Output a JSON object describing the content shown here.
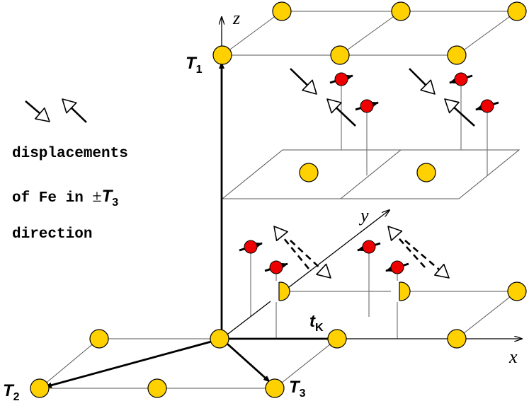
{
  "axes": {
    "x": "x",
    "y": "y",
    "z": "z"
  },
  "vectors": {
    "t1": {
      "main": "T",
      "sub": "1"
    },
    "t2": {
      "main": "T",
      "sub": "2"
    },
    "t3": {
      "main": "T",
      "sub": "3"
    },
    "tk": {
      "main": "t",
      "sub": "K"
    }
  },
  "legend": {
    "line1": "displacements",
    "line2_prefix": "of Fe in ",
    "line2_pm": "±",
    "line2_T": "T",
    "line2_sub": "3",
    "line3": "direction"
  },
  "colors": {
    "atom_yellow": "#FFD100",
    "atom_red": "#EE0000",
    "line_gray": "#666666"
  }
}
